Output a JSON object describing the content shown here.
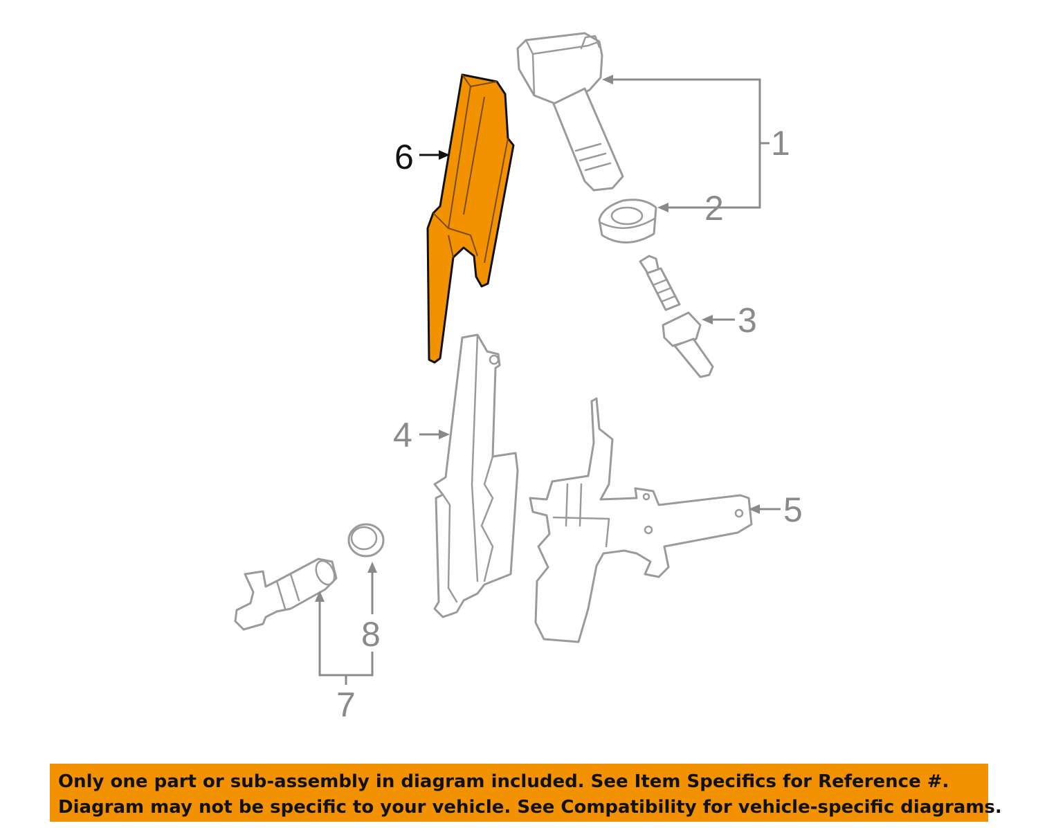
{
  "diagram": {
    "callouts": [
      "1",
      "2",
      "3",
      "4",
      "5",
      "6",
      "7",
      "8"
    ],
    "highlighted_callout": "6",
    "colors": {
      "highlight_fill": "#F39200",
      "part_outline": "#9a9a9a",
      "leader": "#8a8a8a",
      "highlight_text": "#111111"
    }
  },
  "notice": {
    "line1": "Only one part or sub-assembly in diagram included. See Item Specifics for Reference #.",
    "line2": "Diagram may not be specific to your vehicle. See Compatibility for vehicle-specific diagrams.",
    "background": "#F39200"
  }
}
